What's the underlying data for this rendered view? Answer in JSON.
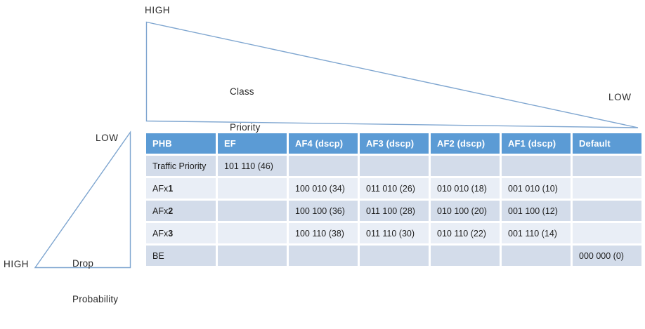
{
  "diagram": {
    "class_priority": {
      "high_label": "HIGH",
      "low_label": "LOW",
      "caption_line1": "Class",
      "caption_line2": "Priority"
    },
    "drop_probability": {
      "low_label": "LOW",
      "high_label": "HIGH",
      "caption_line1": "Drop",
      "caption_line2": "Probability"
    },
    "line_color": "#7FA6D0"
  },
  "table": {
    "header_bg": "#5B9BD5",
    "row_odd_bg": "#D3DCEA",
    "row_even_bg": "#E9EEF6",
    "headers": [
      "PHB",
      "EF",
      "AF4 (dscp)",
      "AF3 (dscp)",
      "AF2 (dscp)",
      "AF1 (dscp)",
      "Default"
    ],
    "rows": [
      {
        "phb_prefix": "Traffic Priority",
        "phb_suffix": "",
        "cells": [
          "101 110 (46)",
          "",
          "",
          "",
          "",
          ""
        ]
      },
      {
        "phb_prefix": "AFx",
        "phb_suffix": "1",
        "cells": [
          "",
          "100 010 (34)",
          "011 010 (26)",
          "010 010 (18)",
          "001 010 (10)",
          ""
        ]
      },
      {
        "phb_prefix": "AFx",
        "phb_suffix": "2",
        "cells": [
          "",
          "100 100 (36)",
          "011 100 (28)",
          "010 100 (20)",
          "001 100 (12)",
          ""
        ]
      },
      {
        "phb_prefix": "AFx",
        "phb_suffix": "3",
        "cells": [
          "",
          "100 110 (38)",
          "011 110 (30)",
          "010 110 (22)",
          "001 110 (14)",
          ""
        ]
      },
      {
        "phb_prefix": "BE",
        "phb_suffix": "",
        "cells": [
          "",
          "",
          "",
          "",
          "",
          "000 000 (0)"
        ]
      }
    ]
  }
}
